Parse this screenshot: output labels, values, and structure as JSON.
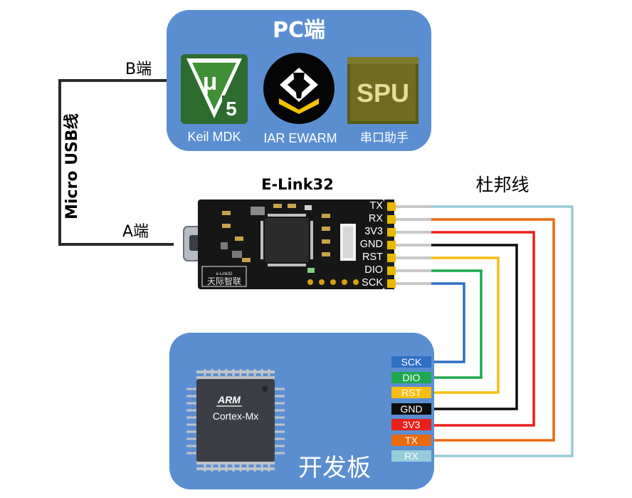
{
  "pc": {
    "title": "PC端",
    "apps": [
      {
        "label": "Keil MDK",
        "icon": "keil-mu5-icon",
        "glyph_mu": "μ",
        "glyph_5": "5"
      },
      {
        "label": "IAR EWARM",
        "icon": "iar-ewarm-icon"
      },
      {
        "label": "串口助手",
        "icon": "serial-spu-icon",
        "glyph": "SPU"
      }
    ]
  },
  "cable": {
    "b_end": "B端",
    "a_end": "A端",
    "name": "Micro USB线"
  },
  "elink": {
    "title": "E-Link32",
    "pins": [
      "TX",
      "RX",
      "3V3",
      "GND",
      "RST",
      "DIO",
      "SCK"
    ],
    "silk_brand": "e-Link32",
    "silk_cn": "天际智联"
  },
  "dupont": {
    "label": "杜邦线"
  },
  "board": {
    "title": "开发板",
    "chip_brand": "ARM",
    "chip_model": "Cortex-Mx",
    "pins": [
      {
        "label": "SCK",
        "color": "#2f6fc4",
        "text_color": "#ffffff"
      },
      {
        "label": "DIO",
        "color": "#1fa84f",
        "text_color": "#ffffff"
      },
      {
        "label": "RST",
        "color": "#f7bd12",
        "text_color": "#ffffff"
      },
      {
        "label": "GND",
        "color": "#0d0d0d",
        "text_color": "#ffffff"
      },
      {
        "label": "3V3",
        "color": "#e8201b",
        "text_color": "#ffffff"
      },
      {
        "label": "TX",
        "color": "#ea6a12",
        "text_color": "#ffffff"
      },
      {
        "label": "RX",
        "color": "#96ccd9",
        "text_color": "#ffffff"
      }
    ]
  },
  "colors": {
    "panel_blue": "#5b8ed1",
    "wire_tx": "#96ccd9",
    "wire_rx": "#ea6a12",
    "wire_3v3": "#e8201b",
    "wire_gnd": "#0d0d0d",
    "wire_rst": "#f7bd12",
    "wire_dio": "#1fa84f",
    "wire_sck": "#2f6fc4"
  }
}
